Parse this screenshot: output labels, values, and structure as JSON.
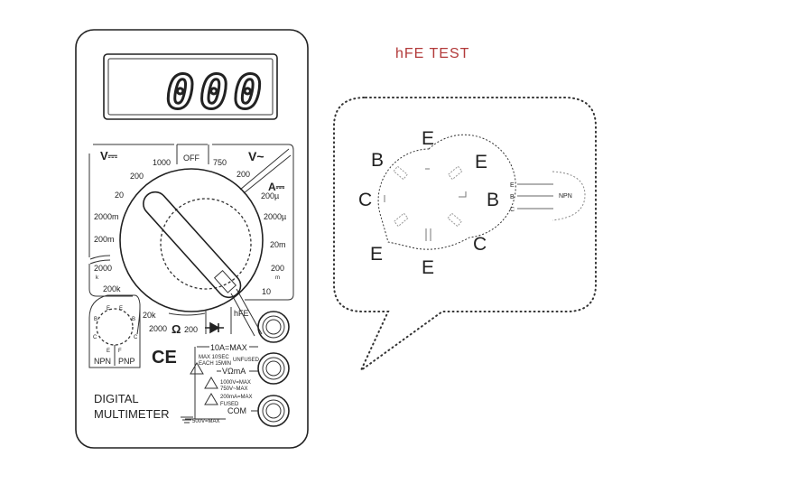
{
  "meter": {
    "display": "000",
    "dial": {
      "dcv_header": "V⎓",
      "acv_header": "V~",
      "dca_header": "A⎓",
      "off": "OFF",
      "dcv": [
        "1000",
        "200",
        "20",
        "2000m",
        "200m"
      ],
      "acv": [
        "750",
        "200"
      ],
      "dca": [
        "200µ",
        "2000µ",
        "20m",
        "200",
        "m",
        "10"
      ],
      "ohm": [
        "2000",
        "k",
        "200k",
        "20k",
        "2000",
        "Ω",
        "200"
      ],
      "diode": "diode",
      "hfe": "hFE"
    },
    "hfe_socket": {
      "labels": [
        "E",
        "E",
        "B",
        "B",
        "C",
        "C",
        "E",
        "F"
      ],
      "npn": "NPN",
      "pnp": "PNP"
    },
    "ce_mark": "CE",
    "jacks": {
      "a10": "10A=MAX",
      "a10_note": "MAX 10SEC",
      "a10_note2": "EACH 15MIN",
      "unfused": "UNFUSED",
      "vohm": "VΩmA",
      "v_dc_max": "1000V=MAX",
      "v_ac_max": "750V~MAX",
      "ma_max": "200mA=MAX",
      "fused": "FUSED",
      "com": "COM",
      "com_max": "500V=MAX"
    },
    "brand_line1": "DIGITAL",
    "brand_line2": "MULTIMETER"
  },
  "hfe_test": {
    "title": "hFE TEST",
    "title_color": "#b23a3a",
    "socket_labels": {
      "top": "E",
      "upper_left": "B",
      "upper_right": "E",
      "left": "C",
      "right": "B",
      "lower_left": "E",
      "bottom": "E",
      "lower_right": "C"
    },
    "transistor": {
      "leads": [
        "E",
        "B",
        "C"
      ],
      "type": "NPN"
    }
  }
}
